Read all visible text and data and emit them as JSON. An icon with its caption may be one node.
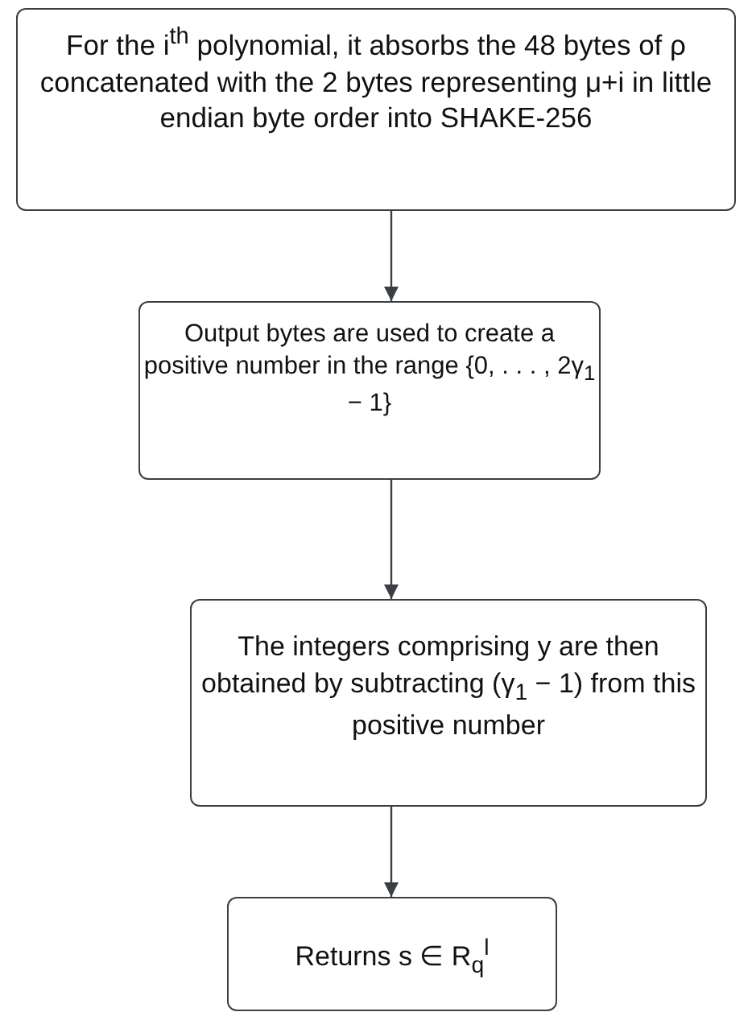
{
  "diagram": {
    "nodes": [
      {
        "text": [
          "For the i$^{th}$ polynomial, it absorbs the 48 bytes of ρ concatenated with the 2 bytes representing μ+i in little endian byte order into SHAKE-256"
        ]
      },
      {
        "text": [
          "Output bytes are used to create a positive number in the range {0, . . . , 2γ$_{1}$ − 1}"
        ]
      },
      {
        "text": [
          "The integers comprising y are then obtained by subtracting (γ$_{1}$ − 1) from this positive number"
        ]
      },
      {
        "text": [
          "Returns s ∈ R$_{q}$$^{l}$"
        ]
      }
    ],
    "edges": [
      {
        "from": 0,
        "to": 1,
        "arrow": "to"
      },
      {
        "from": 1,
        "to": 2,
        "arrow": "to"
      },
      {
        "from": 2,
        "to": 3,
        "arrow": "to"
      }
    ]
  }
}
